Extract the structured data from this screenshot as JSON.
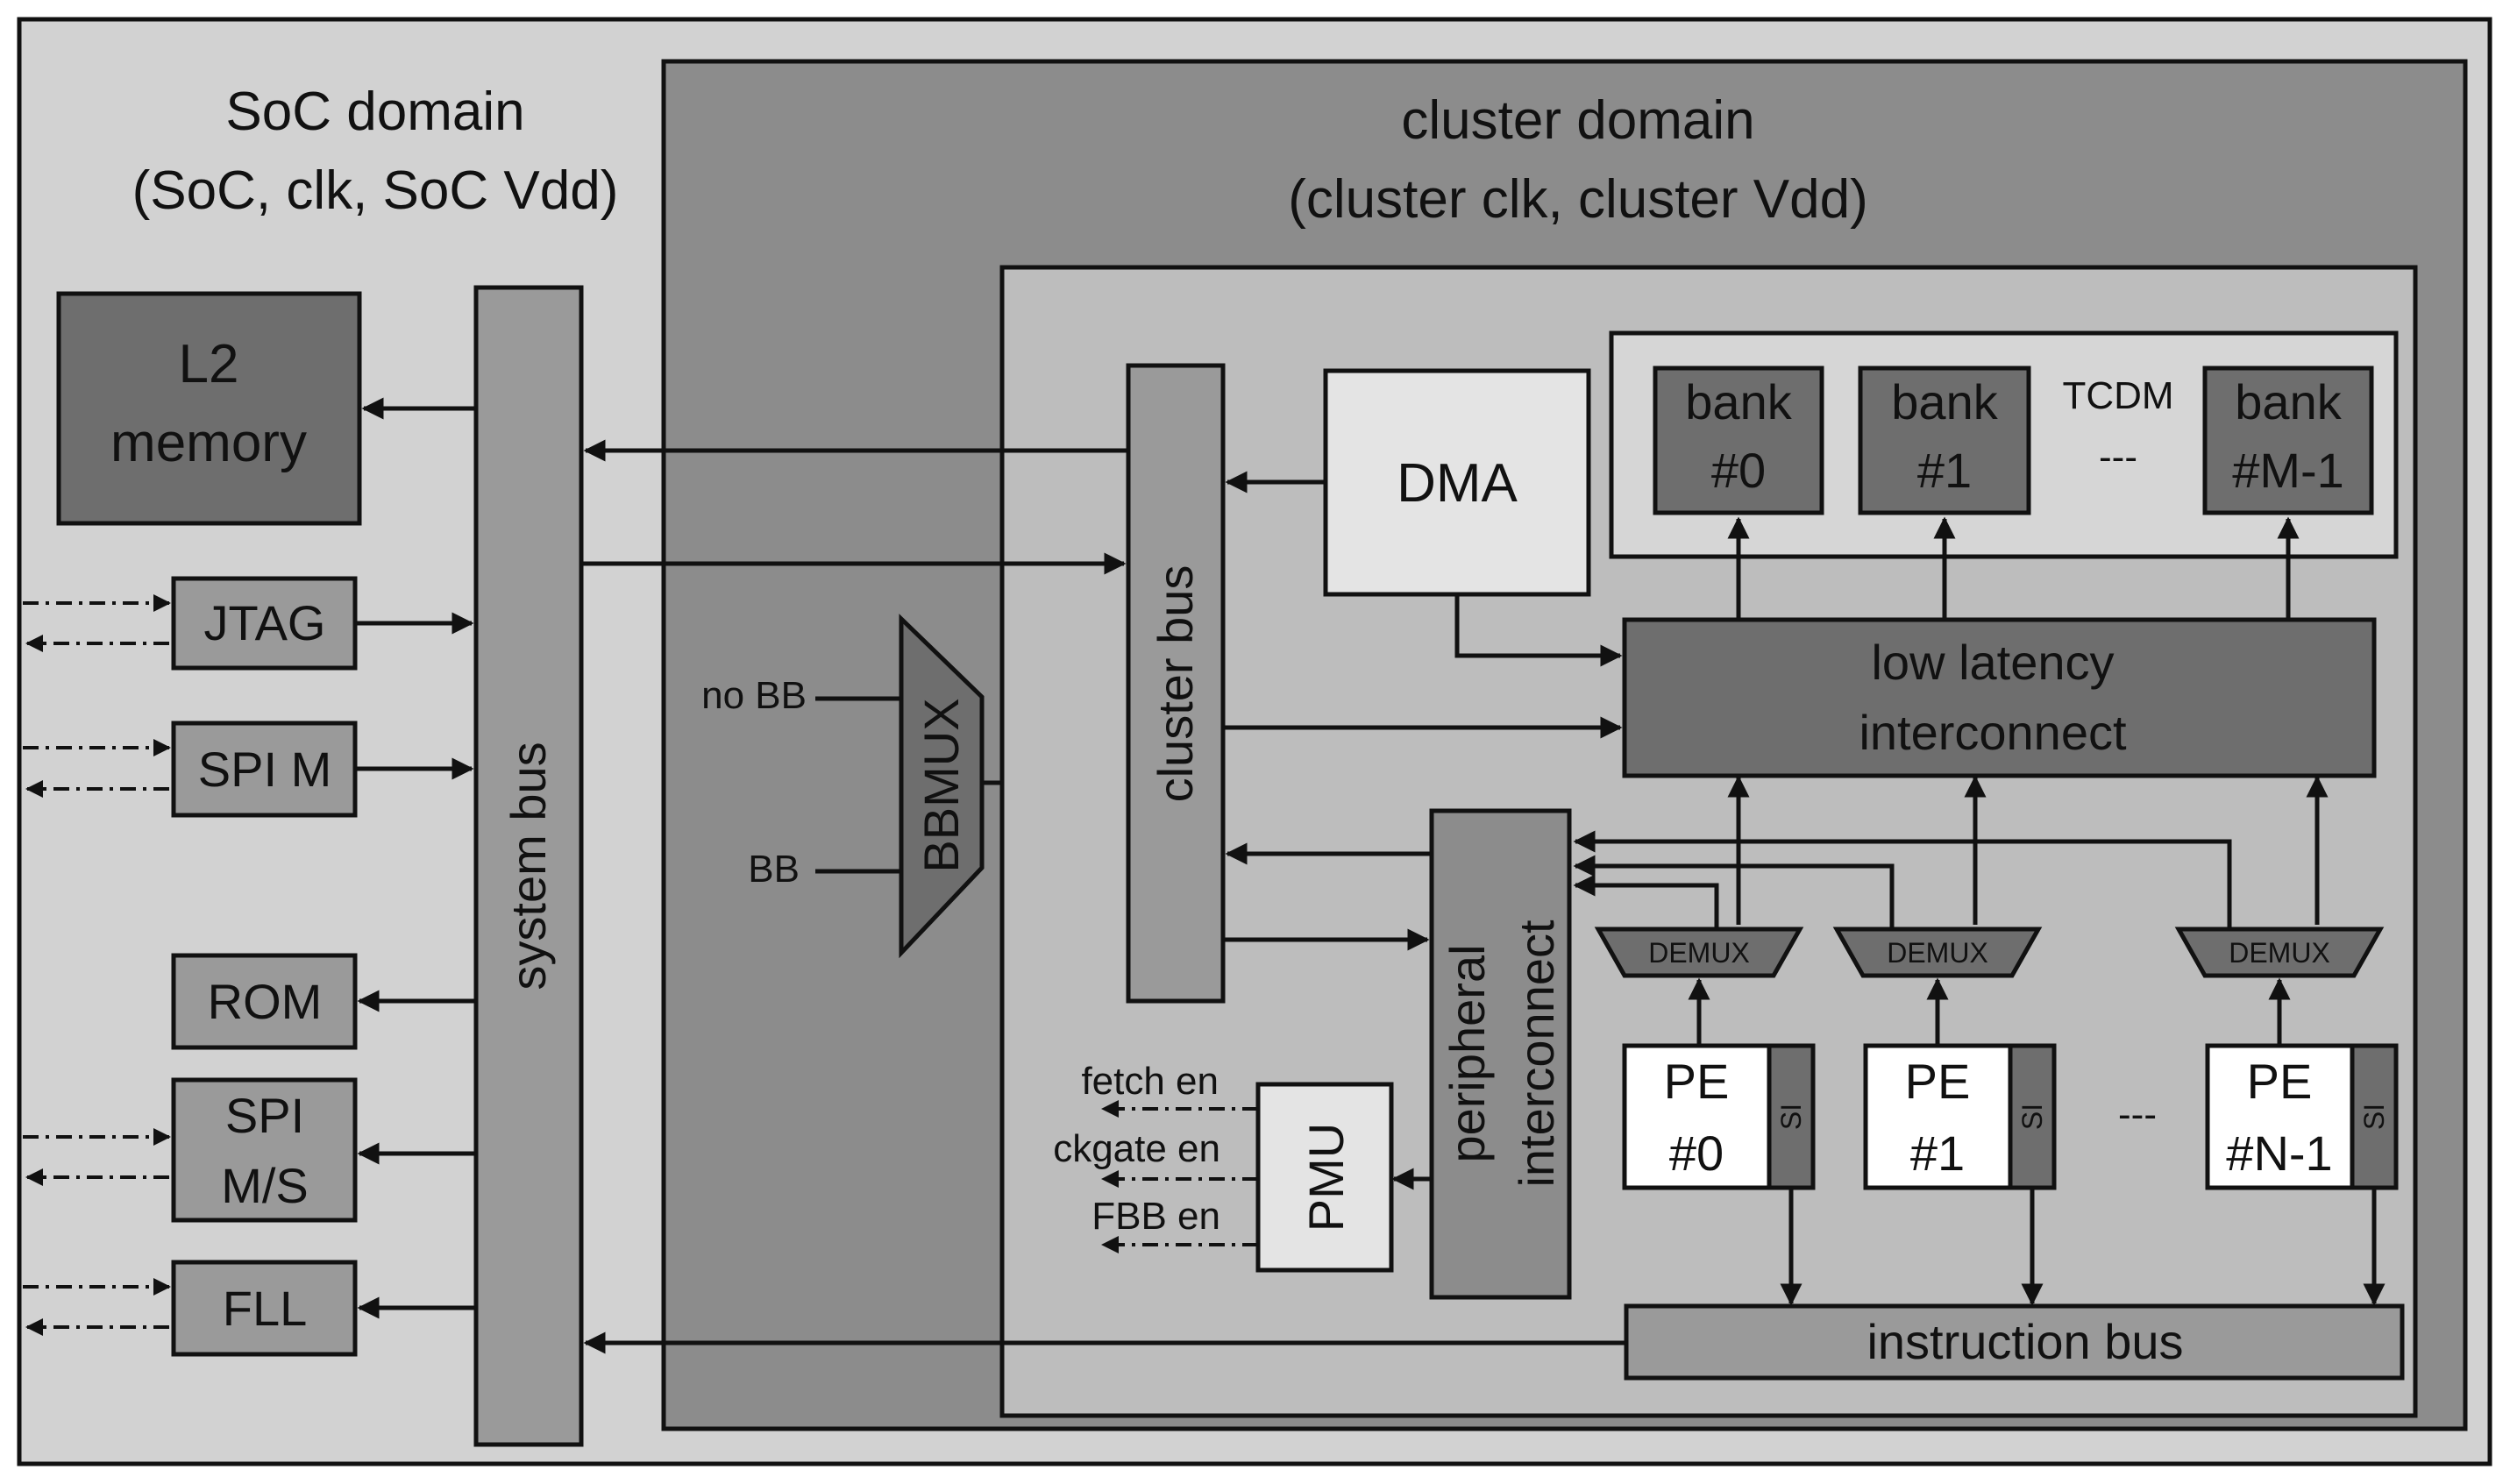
{
  "soc_domain": {
    "title": "SoC domain",
    "subtitle": "(SoC, clk, SoC Vdd)",
    "l2": [
      "L2",
      "memory"
    ],
    "jtag": "JTAG",
    "spi_m": "SPI M",
    "rom": "ROM",
    "spi_ms": [
      "SPI",
      "M/S"
    ],
    "fll": "FLL",
    "system_bus": "system bus"
  },
  "cluster_domain": {
    "title": "cluster domain",
    "subtitle": "(cluster clk, cluster Vdd)",
    "no_bb": "no BB",
    "bb": "BB",
    "bbmux": "BBMUX",
    "cluster_bus": "cluster bus",
    "dma": "DMA",
    "tcdm": "TCDM",
    "tcdm_dots": "---",
    "banks": [
      {
        "l1": "bank",
        "l2": "#0"
      },
      {
        "l1": "bank",
        "l2": "#1"
      },
      {
        "l1": "bank",
        "l2": "#M-1"
      }
    ],
    "low_latency": [
      "low latency",
      "interconnect"
    ],
    "peripheral": [
      "peripheral",
      "interconnect"
    ],
    "demux": "DEMUX",
    "pes": [
      {
        "l1": "PE",
        "l2": "#0",
        "si": "SI"
      },
      {
        "l1": "PE",
        "l2": "#1",
        "si": "SI"
      },
      {
        "l1": "PE",
        "l2": "#N-1",
        "si": "SI"
      }
    ],
    "pe_dots": "---",
    "pmu": "PMU",
    "pmu_signals": [
      "fetch en",
      "ckgate en",
      "FBB en"
    ],
    "instruction_bus": "instruction bus"
  },
  "colors": {
    "outer_bg": "#d2d2d2",
    "cluster_bg": "#8c8c8c",
    "inner_bg": "#bdbdbd",
    "block": "#9a9a9a",
    "dark_block": "#6e6e6e",
    "light_block": "#e4e4e4",
    "white_block": "#ffffff"
  }
}
